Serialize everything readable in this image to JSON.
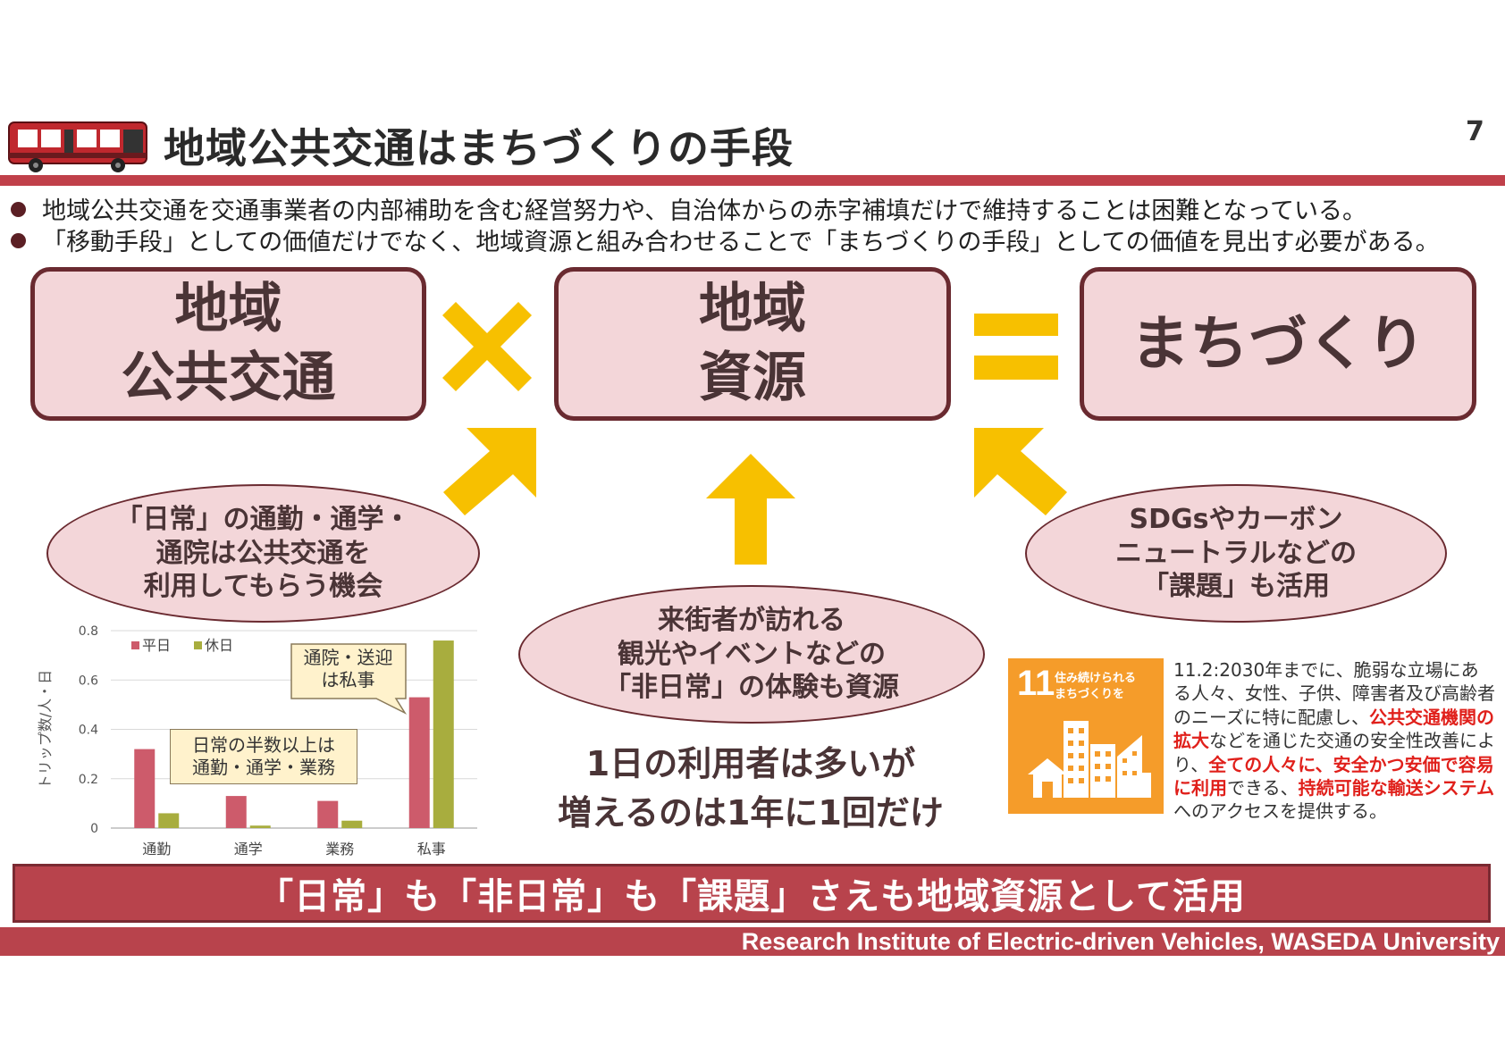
{
  "page_number": "7",
  "header": {
    "title": "地域公共交通はまちづくりの手段"
  },
  "bullets": [
    "地域公共交通を交通事業者の内部補助を含む経営努力や、自治体からの赤字補填だけで維持することは困難となっている。",
    "「移動手段」としての価値だけでなく、地域資源と組み合わせることで「まちづくりの手段」としての価値を見出す必要がある。"
  ],
  "equation": {
    "box1": [
      "地域",
      "公共交通"
    ],
    "op1": "×",
    "box2": [
      "地域",
      "資源"
    ],
    "op2": "=",
    "box3": "まちづくり"
  },
  "ellipses": {
    "left": [
      "「日常」の通勤・通学・",
      "通院は公共交通を",
      "利用してもらう機会"
    ],
    "center": [
      "来街者が訪れる",
      "観光やイベントなどの",
      "「非日常」の体験も資源"
    ],
    "right": [
      "SDGsやカーボン",
      "ニュートラルなどの",
      "「課題」も活用"
    ]
  },
  "center_note": [
    "1日の利用者は多いが",
    "増えるのは1年に1回だけ"
  ],
  "chart_data": {
    "type": "bar",
    "categories": [
      "通勤",
      "通学",
      "業務",
      "私事"
    ],
    "series": [
      {
        "name": "平日",
        "values": [
          0.32,
          0.13,
          0.11,
          0.53
        ],
        "color": "#cd5b6b"
      },
      {
        "name": "休日",
        "values": [
          0.06,
          0.01,
          0.03,
          0.76
        ],
        "color": "#a8ad3e"
      }
    ],
    "ylabel": "トリップ数/人・日",
    "ylim": [
      0,
      0.8
    ],
    "yticks": [
      "0",
      "0.2",
      "0.4",
      "0.6",
      "0.8"
    ],
    "grid": true,
    "legend": "top-left",
    "annotations": [
      [
        "日常の半数以上は",
        "通勤・通学・業務"
      ],
      [
        "通院・送迎",
        "は私事"
      ]
    ]
  },
  "sdg": {
    "number": "11",
    "label": [
      "住み続けられる",
      "まちづくりを"
    ],
    "color": "#f59c2a",
    "text_parts": [
      {
        "t": "11.2:2030年までに、脆弱な立場にある人々、女性、子供、障害者及び高齢者のニーズに特に配慮し、",
        "red": false
      },
      {
        "t": "公共交通機関の拡大",
        "red": true
      },
      {
        "t": "などを通じた交通の安全性改善により、",
        "red": false
      },
      {
        "t": "全ての人々に、安全かつ安価で容易に利用",
        "red": true
      },
      {
        "t": "できる、",
        "red": false
      },
      {
        "t": "持続可能な輸送システム",
        "red": true
      },
      {
        "t": "へのアクセスを提供する。",
        "red": false
      }
    ]
  },
  "banner": "「日常」も「非日常」も「課題」さえも地域資源として活用",
  "footer": "Research Institute of Electric-driven Vehicles, WASEDA University",
  "colors": {
    "accent": "#c0404a",
    "box_fill": "#f3d6d9",
    "box_border": "#6a2a30",
    "arrow": "#f7c000"
  }
}
